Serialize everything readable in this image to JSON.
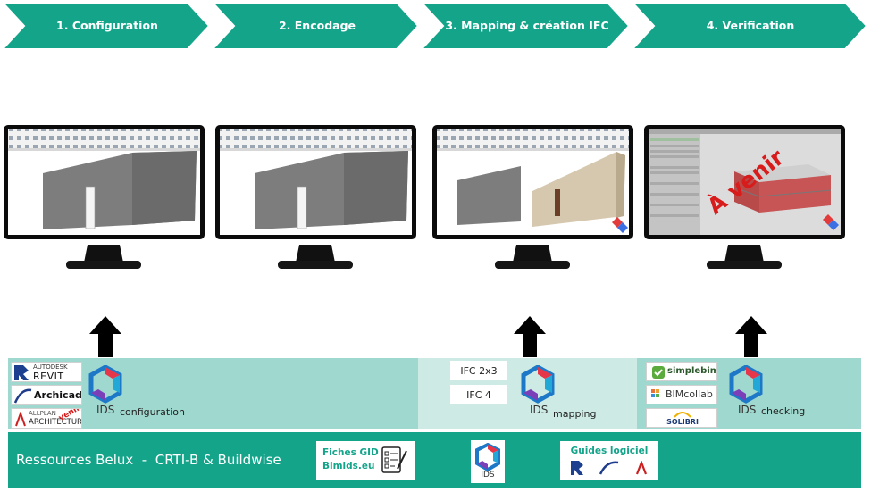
{
  "steps": [
    {
      "label": "1. Configuration"
    },
    {
      "label": "2. Encodage"
    },
    {
      "label": "3. Mapping & création IFC"
    },
    {
      "label": "4. Verification"
    }
  ],
  "overlay": {
    "coming_soon": "À venir"
  },
  "config": {
    "revit_brand": "AUTODESK",
    "revit_name": "REVIT",
    "archicad": "Archicad",
    "allplan_brand": "ALLPLAN",
    "allplan_name": "ARCHITECTURE",
    "allplan_overlay": "venir",
    "ids": "IDS",
    "caption": "configuration"
  },
  "mapping": {
    "ifc1": "IFC 2x3",
    "ifc2": "IFC 4",
    "ids": "IDS",
    "caption": "mapping"
  },
  "checking": {
    "simplebim": "simplebim",
    "bimcollab": "BIMcollab",
    "solibri": "SOLIBRI",
    "ids": "IDS",
    "caption": "checking"
  },
  "resources": {
    "title": "Ressources Belux  -  CRTI-B & Buildwise",
    "fiches_line1": "Fiches GID",
    "fiches_line2": "Bimids.eu",
    "ids": "IDS",
    "guides": "Guides logiciel"
  },
  "colors": {
    "accent": "#13a48a",
    "band": "#9fd8ce",
    "band_light": "#cdebe4",
    "arrow": "#000000"
  }
}
